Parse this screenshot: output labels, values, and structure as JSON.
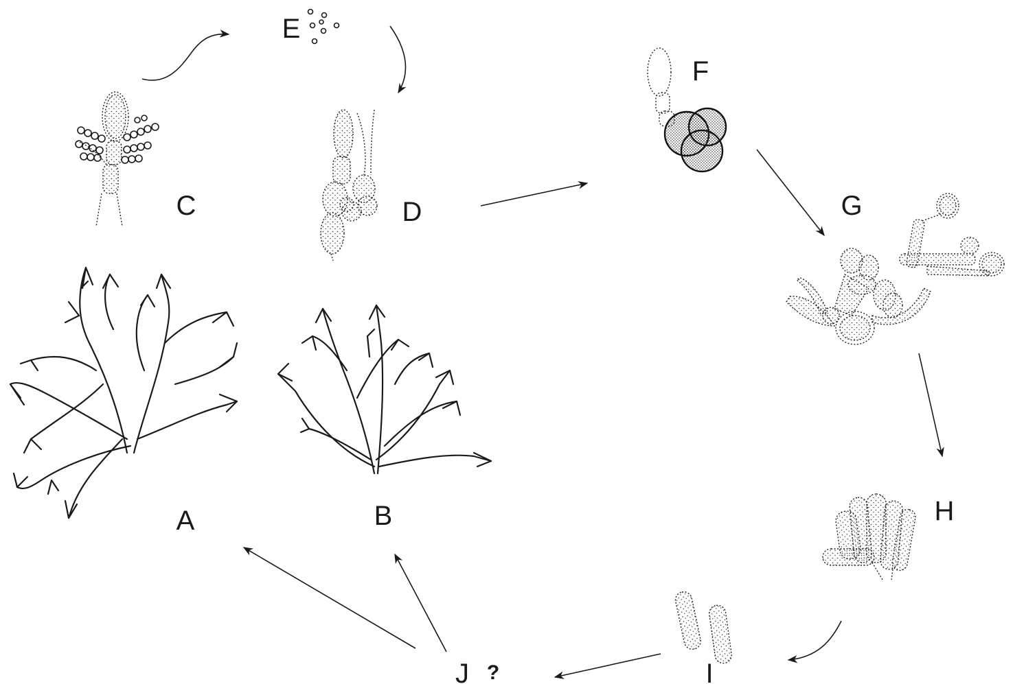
{
  "labels": {
    "A": "A",
    "B": "B",
    "C": "C",
    "D": "D",
    "E": "E",
    "F": "F",
    "G": "G",
    "H": "H",
    "I": "I",
    "J": "J",
    "question": "?"
  },
  "colors": {
    "ink": "#1a1a1a",
    "background": "#ffffff"
  }
}
